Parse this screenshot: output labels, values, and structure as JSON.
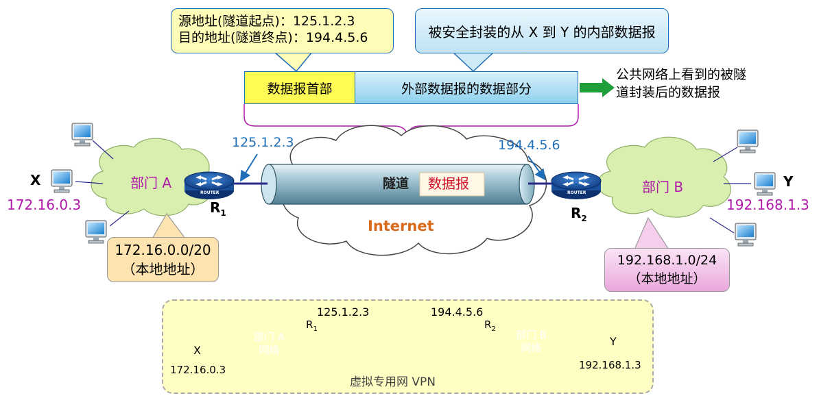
{
  "top_callouts": {
    "source_address": "源地址(隧道起点)：125.1.2.3",
    "destination_address": "目的地址(隧道终点)：194.4.5.6",
    "secure_payload": "被安全封装的从 X 到 Y 的内部数据报"
  },
  "outer_datagram": {
    "header": "数据报首部",
    "data": "外部数据报的数据部分",
    "public_network_label": "公共网络上看到的被隧道封装后的数据报"
  },
  "left_site": {
    "dept_label": "部门 A",
    "host_label": "X",
    "host_ip": "172.16.0.3",
    "router_label": "R",
    "router_sub": "1",
    "router_ip": "125.1.2.3",
    "local_net": "172.16.0.0/20",
    "local_note": "（本地地址）"
  },
  "right_site": {
    "dept_label": "部门 B",
    "host_label": "Y",
    "host_ip": "192.168.1.3",
    "router_label": "R",
    "router_sub": "2",
    "router_ip": "194.4.5.6",
    "local_net": "192.168.1.0/24",
    "local_note": "（本地地址）"
  },
  "internet": {
    "label": "Internet",
    "tunnel_label": "隧道",
    "datagram_label": "数据报"
  },
  "router_text": "ROUTER",
  "vpn": {
    "dept_a_line1": "部门 A",
    "dept_a_line2": "网络",
    "dept_b_line1": "部门 B",
    "dept_b_line2": "网络",
    "r1_label": "R",
    "r1_sub": "1",
    "r2_label": "R",
    "r2_sub": "2",
    "r1_ip": "125.1.2.3",
    "r2_ip": "194.4.5.6",
    "x_label": "X",
    "x_ip": "172.16.0.3",
    "y_label": "Y",
    "y_ip": "192.168.1.3",
    "caption": "虚拟专用网 VPN"
  },
  "colors": {
    "blue": "#1f6fb8",
    "purple": "#b01aa8",
    "orange": "#d86a1c",
    "dept_cloud": "#d8efb0",
    "vpn_cloud": "#2aa3e8"
  }
}
